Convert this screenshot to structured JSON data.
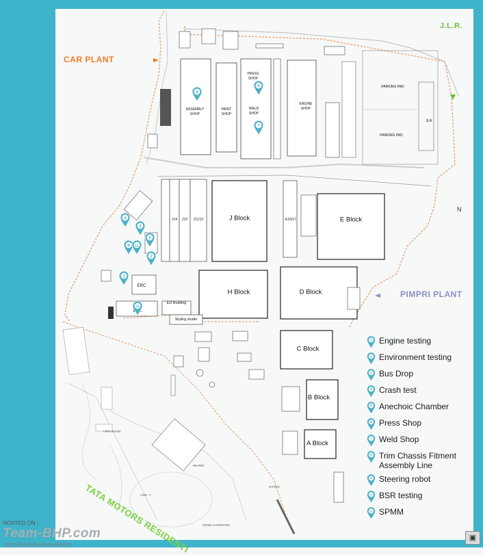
{
  "plants": {
    "car_plant": "CAR PLANT",
    "jlr": "J.L.R.",
    "pimpri_plant": "PIMPRI PLANT",
    "residential": "TATA MOTORS RESIDENTI"
  },
  "compass": "N",
  "buildings": {
    "assembly_shop": "ASSEMBLY SHOP",
    "paint_shop": "PAINT SHOP",
    "press_shop": "PRESS SHOP",
    "weld_shop": "WELD SHOP",
    "engine_shop": "ENGINE SHOP",
    "parking_pad_1": "PARKING PAD",
    "parking_pad_2": "PARKING PAD",
    "jlr_bldg": "JLR",
    "j14": "J14",
    "j13": "J13",
    "j1112": "J11/12",
    "j_block": "J Block",
    "e1517": "E15/17",
    "e_block": "E Block",
    "h_block": "H Block",
    "d_block": "D Block",
    "c_block": "C Block",
    "b_block": "B Block",
    "a_block": "A Block",
    "erc_1": "ERC",
    "erc_2": "ERC",
    "ed_building": "ED Building",
    "styling_studio": "Styling studio",
    "school": "SCHOOL",
    "lake": "LAKE - 1",
    "lake_house": "LAKE HOUSE",
    "dense_plantation": "DENSE PLANTATION",
    "helipad": "HELIPAD"
  },
  "map_pins": [
    "1",
    "2",
    "3",
    "4",
    "5",
    "6",
    "7",
    "8",
    "9",
    "10",
    "11"
  ],
  "legend": [
    {
      "num": "1",
      "label": "Engine testing"
    },
    {
      "num": "2",
      "label": "Environment testing"
    },
    {
      "num": "3",
      "label": "Bus Drop"
    },
    {
      "num": "4",
      "label": "Crash test"
    },
    {
      "num": "5",
      "label": "Anechoic Chamber"
    },
    {
      "num": "6",
      "label": "Press Shop"
    },
    {
      "num": "7",
      "label": "Weld Shop"
    },
    {
      "num": "8",
      "label": "Trim Chassis Fitment Assembly Line"
    },
    {
      "num": "9",
      "label": "Steering robot"
    },
    {
      "num": "10",
      "label": "BSR testing"
    },
    {
      "num": "11",
      "label": "SPMM"
    }
  ],
  "colors": {
    "border": "#3fb3c9",
    "pin": "#4fb0c6",
    "car_plant": "#f47a20",
    "jlr": "#6bbf3e",
    "pimpri": "#8a8fc8",
    "residential": "#7bd13f",
    "road_orange": "#e8a778"
  },
  "watermark": {
    "hosted": "HOSTED ON :",
    "site": "Team-BHP.com",
    "copyright": "copyright respective owners"
  }
}
